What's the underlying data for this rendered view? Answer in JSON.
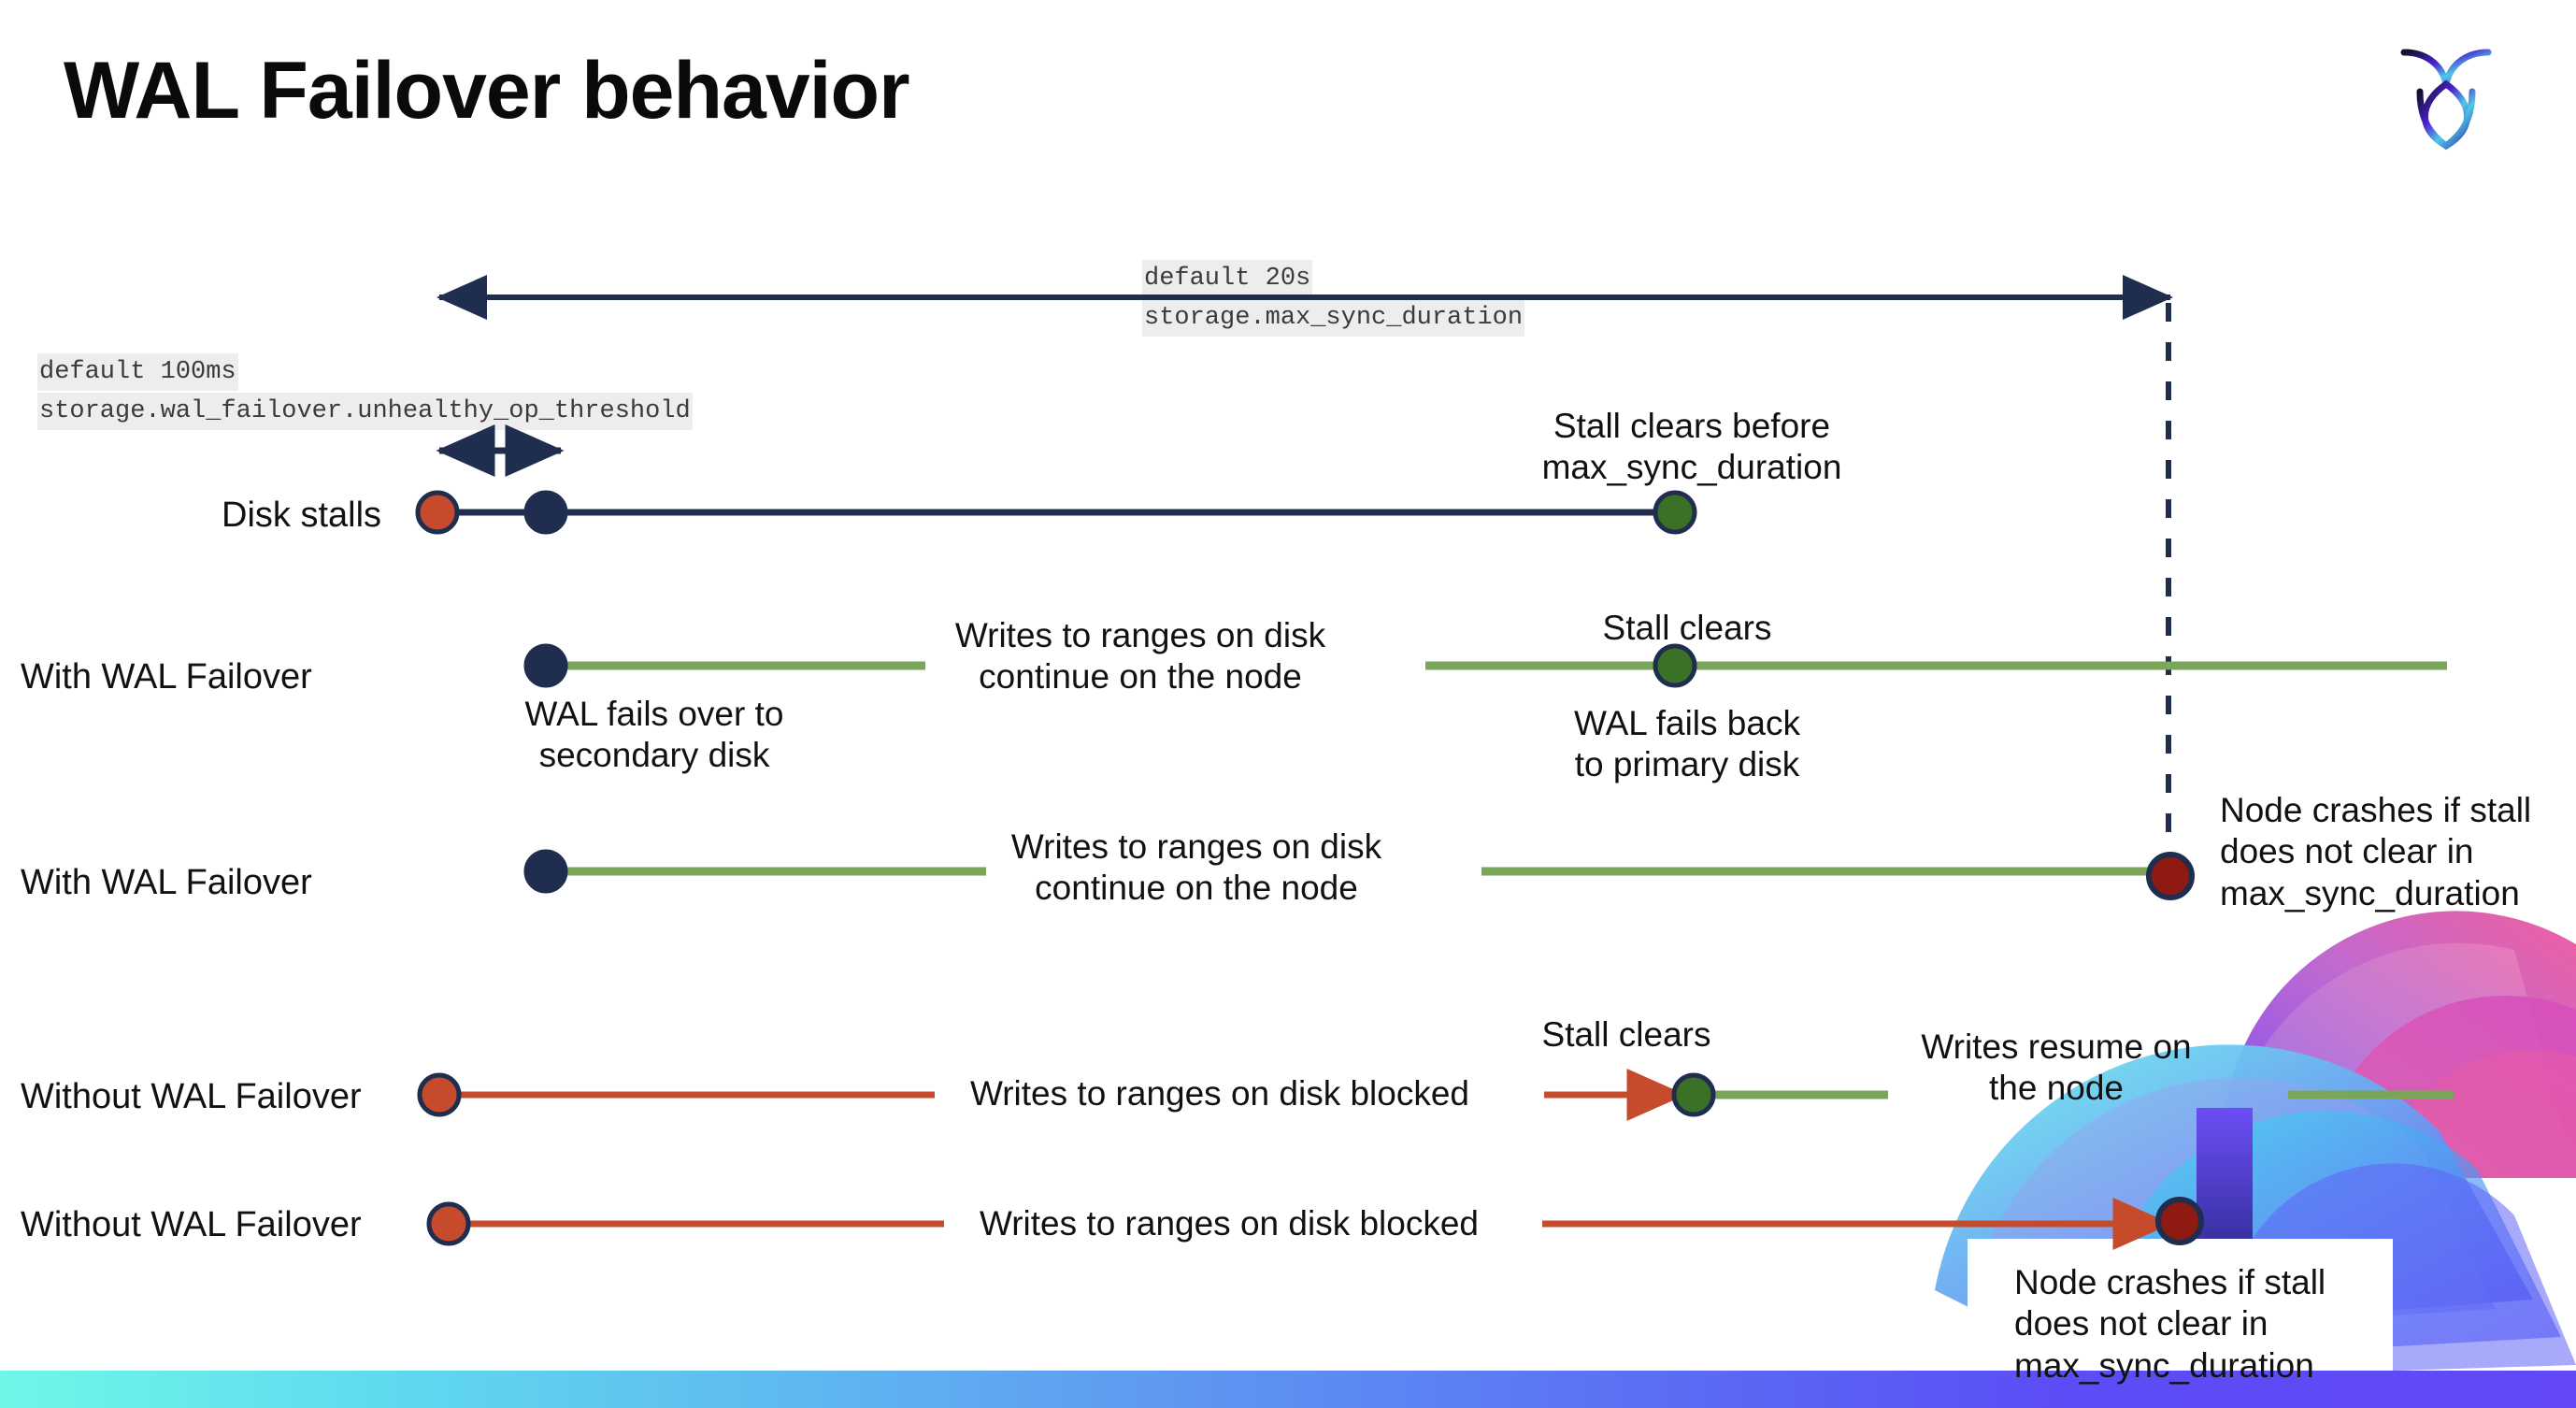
{
  "slide": {
    "title": "WAL Failover behavior",
    "logo_name": "cockroachdb-logo"
  },
  "settings": {
    "max_sync": {
      "default_line": "default 20s",
      "setting_line": "storage.max_sync_duration"
    },
    "unhealthy_op": {
      "default_line": "default 100ms",
      "setting_line": "storage.wal_failover.unhealthy_op_threshold"
    }
  },
  "rows": [
    {
      "label": "Disk stalls",
      "annotations": [
        "Stall clears before\nmax_sync_duration"
      ]
    },
    {
      "label": "With WAL Failover",
      "annotations": [
        "WAL fails over to\nsecondary disk",
        "Writes to ranges on disk\ncontinue on the node",
        "Stall clears",
        "WAL fails  back\nto primary disk"
      ]
    },
    {
      "label": "With WAL Failover",
      "annotations": [
        "Writes to ranges on disk\ncontinue on the node",
        "Node crashes if stall\ndoes not clear in\nmax_sync_duration"
      ]
    },
    {
      "label": "Without WAL Failover",
      "annotations": [
        "Writes to ranges on disk  blocked",
        "Stall clears",
        "Writes resume on\nthe node"
      ]
    },
    {
      "label": "Without WAL Failover",
      "annotations": [
        "Writes to ranges on disk  blocked",
        "Node crashes if stall\ndoes not clear in\nmax_sync_duration"
      ]
    }
  ],
  "colors": {
    "navy": "#1f2d4e",
    "green_line": "#7aa65a",
    "green_dot": "#3b7127",
    "orange": "#c64b2c",
    "dark_red": "#8f1a12",
    "code_bg": "#ededed",
    "bottom_bar_from": "#6ff7e8",
    "bottom_bar_to": "#6248f6"
  }
}
